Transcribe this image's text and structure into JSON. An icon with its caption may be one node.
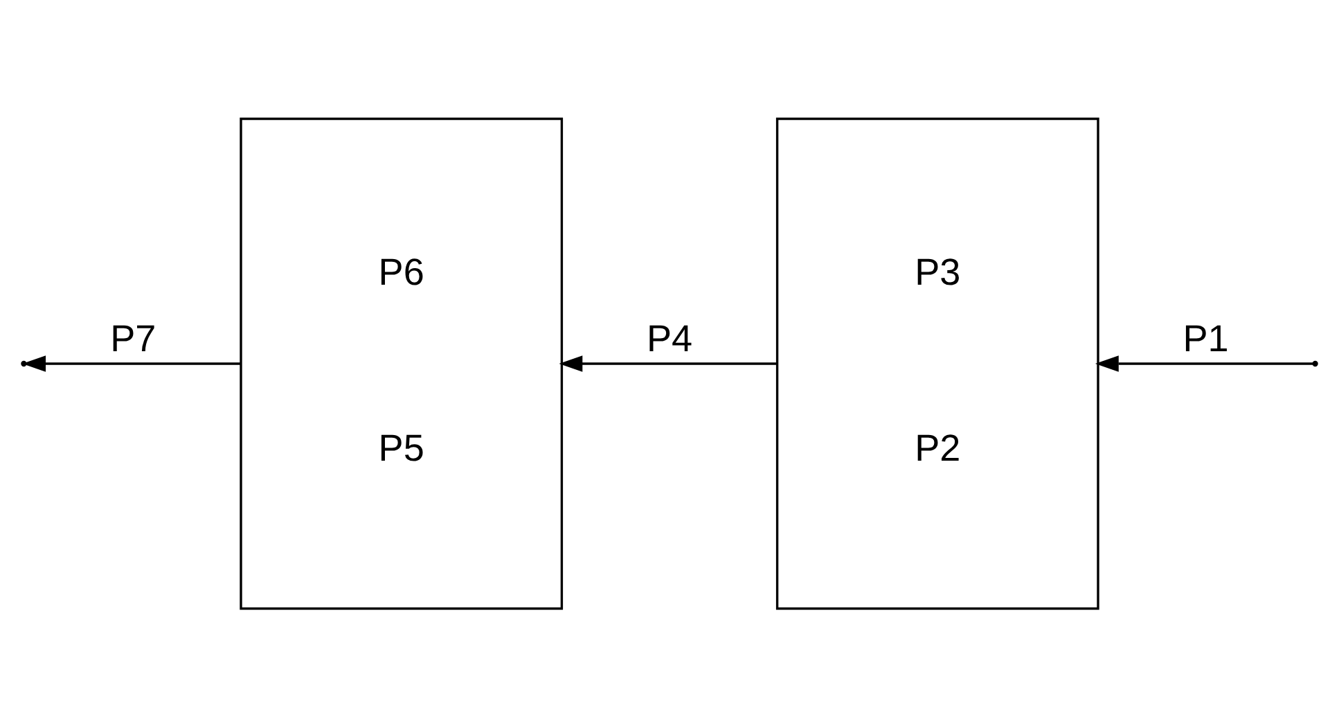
{
  "diagram": {
    "nodes": [
      {
        "text": [
          "P6",
          "P5"
        ]
      },
      {
        "text": [
          "P3",
          "P2"
        ]
      }
    ],
    "edges": [
      {
        "from": null,
        "to": 1,
        "arrow": "to",
        "label": "P1"
      },
      {
        "from": 1,
        "to": 0,
        "arrow": "to",
        "label": "P4"
      },
      {
        "from": 0,
        "to": null,
        "arrow": "to",
        "label": "P7"
      }
    ]
  }
}
